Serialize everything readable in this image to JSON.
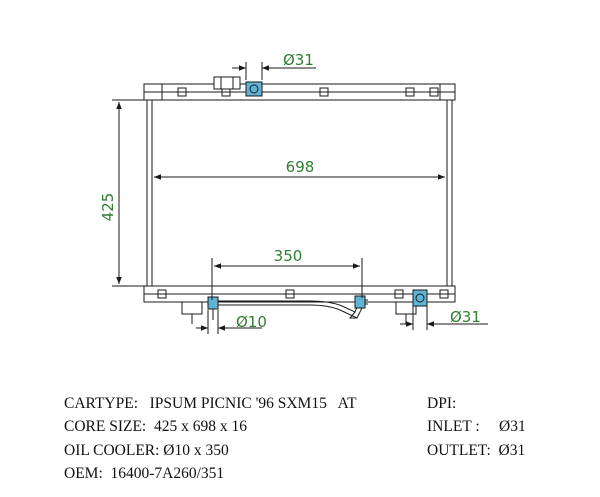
{
  "drawing": {
    "dimensions": {
      "height": "425",
      "width": "698",
      "oil_cooler_length": "350",
      "inlet_diameter": "Ø31",
      "outlet_diameter": "Ø31",
      "oil_cooler_diameter": "Ø10"
    },
    "colors": {
      "line": "#1a1a1a",
      "dimension_text": "#2e7d32",
      "fitting": "#5fb4d6"
    }
  },
  "specs": {
    "cartype": "CARTYPE:   IPSUM PICNIC '96 SXM15   AT",
    "core_size": "CORE SIZE:  425 x 698 x 16",
    "oil_cooler": "OIL COOLER: Ø10 x 350",
    "oem": "OEM:  16400-7A260/351",
    "dpi": "DPI:",
    "inlet": "INLET :     Ø31",
    "outlet": "OUTLET:  Ø31"
  }
}
